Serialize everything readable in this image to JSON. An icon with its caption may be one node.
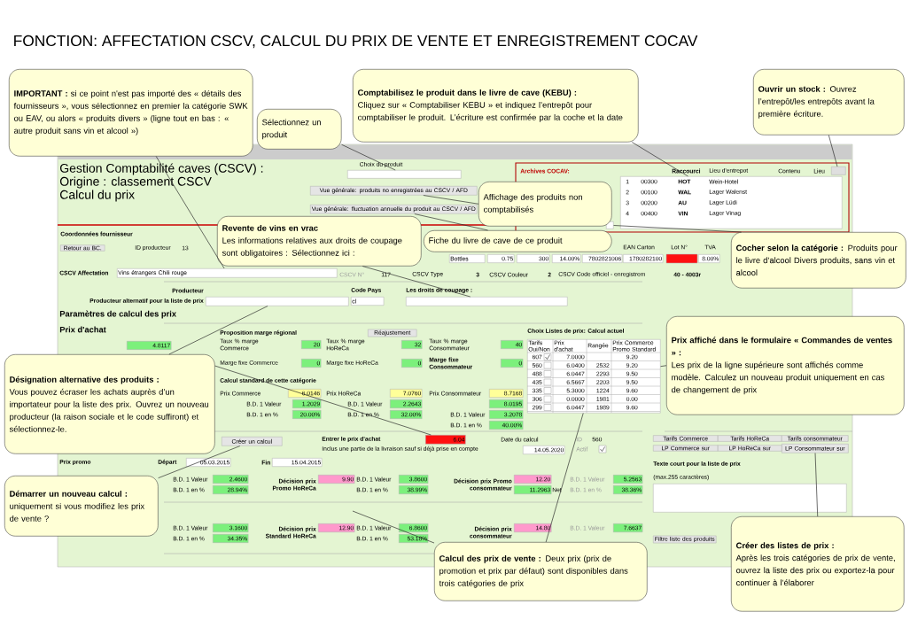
{
  "diagram": {
    "title": "FONCTION: AFFECTATION CSCV, CALCUL DU PRIX DE VENTE ET ENREGISTREMENT COCAV",
    "nodes": [
      {
        "text": [
          "**IMPORTANT :** si ce point n'est pas importé des « détails des fournisseurs », vous sélectionnez en premier la catégorie SWK ou EAV, ou alors « produits divers » (ligne tout en bas : « autre produit sans vin et alcool »)"
        ]
      },
      {
        "text": [
          "Sélectionnez un produit"
        ]
      },
      {
        "text": [
          "Comptabilisez le produit dans le livre de cave (KEBU) :",
          "Cliquez sur « Comptabiliser KEBU » et indiquez l’entrepôt pour comptabiliser le produit. L’écriture est confirmée par la coche et la date"
        ]
      },
      {
        "text": [
          "**Ouvrir un stock :** Ouvrez l’entrepôt/les entrepôts avant la première écriture."
        ]
      },
      {
        "text": [
          "Affichage des produits non comptabilisés"
        ]
      },
      {
        "text": [
          "Fiche du livre de cave de ce produit"
        ]
      },
      {
        "text": [
          "Revente de vins en vrac",
          "Les informations relatives aux droits de coupage sont obligatoires : Sélectionnez ici :"
        ]
      },
      {
        "text": [
          "**Cocher selon la catégorie :** Produits pour le livre d’alcool Divers produits, sans vin et alcool"
        ]
      },
      {
        "text": [
          "Désignation alternative des produits :",
          "Vous pouvez écraser les achats auprès d’un importateur pour la liste des prix. Ouvrez un nouveau producteur (la raison sociale et le code suffiront) et sélectionnez-le."
        ]
      },
      {
        "text": [
          "Démarrer un nouveau calcul :",
          "uniquement si vous modifiez les prix de vente ?"
        ]
      },
      {
        "text": [
          "Prix affiché dans le formulaire « Commandes de ventes » :",
          "Les prix de la ligne supérieure sont affichés comme modèle. Calculez un nouveau produit uniquement en cas de changement de prix"
        ]
      },
      {
        "text": [
          "**Calcul des prix de vente :** Deux prix (prix de promotion et prix par défaut) sont disponibles dans trois catégories de prix"
        ]
      },
      {
        "text": [
          "Créer des listes de prix :",
          "Après les trois catégories de prix de vente, ouvrez la liste des prix ou exportez-la pour continuer à l’élaborer"
        ]
      },
      {
        "text": [
          "Vins étrangers Chili rouge"
        ]
      },
      {
        "text": [],
        "shape": "box"
      },
      {
        "text": [],
        "shape": "box"
      },
      {
        "text": [],
        "shape": "box"
      },
      {
        "text": [
          "Vue générale: produits no enregistrées au CSCV / AFD"
        ]
      },
      {
        "text": [
          "Vue générale: fluctuation annuelle du produit au CSCV / AFD"
        ]
      },
      {
        "text": [],
        "shape": "box"
      },
      {
        "text": [],
        "shape": "box"
      },
      {
        "text": [],
        "shape": "box"
      },
      {
        "text": [
          "6.04"
        ]
      },
      {
        "text": [
          "Créer un calcul"
        ]
      },
      {
        "text": [],
        "shape": "box"
      },
      {
        "text": [
          "LP Consommateur sur"
        ]
      },
      {
        "text": [],
        "shape": "box"
      }
    ],
    "edges": [
      {
        "from": 0,
        "to": 13,
        "arrow": "none"
      },
      {
        "from": 1,
        "to": 14,
        "arrow": "none"
      },
      {
        "from": 2,
        "to": 15,
        "arrow": "none"
      },
      {
        "from": 3,
        "to": 16,
        "arrow": "none"
      },
      {
        "from": 4,
        "to": 17,
        "arrow": "none"
      },
      {
        "from": 5,
        "to": 18,
        "arrow": "none"
      },
      {
        "from": 6,
        "to": 19,
        "arrow": "none"
      },
      {
        "from": 7,
        "to": 20,
        "arrow": "none"
      },
      {
        "from": 8,
        "to": 21,
        "arrow": "none"
      },
      {
        "from": 8,
        "to": 22,
        "arrow": "none"
      },
      {
        "from": 9,
        "to": 23,
        "arrow": "none"
      },
      {
        "from": 10,
        "to": 24,
        "arrow": "none"
      },
      {
        "from": 11,
        "to": null,
        "arrow": "none"
      },
      {
        "from": 11,
        "to": 24,
        "arrow": "none"
      },
      {
        "from": 12,
        "to": 25,
        "arrow": "none"
      }
    ],
    "labels": [
      "Gestion Comptabilité caves (CSCV) :",
      "Origine : classement CSCV",
      "Calcul du prix",
      "Choix du produit",
      "Archives COCAV:",
      "Raccourci",
      "Lieu d'entrepot",
      "Contenu",
      "Lieu",
      "1",
      "00300",
      "HOT",
      "Wein-Hotel",
      "2",
      "00100",
      "WAL",
      "Lager Walenst",
      "3",
      "00200",
      "AU",
      "Lager Lüdi",
      "4",
      "00400",
      "VIN",
      "Lager Vinag",
      "Coordonnées fournisseur",
      "Retour au BC.",
      "ID producteur",
      "13",
      "EAN Carton",
      "Lot N°",
      "TVA",
      "Bottles",
      "0.75",
      "300",
      "14.00%",
      "7802821006",
      "1780282100",
      "8.00%",
      "CSCV Affectation",
      "CSCV N°",
      "117",
      "CSCV Type",
      "3",
      "CSCV Couleur",
      "2",
      "CSCV Code officiel - enregistrem",
      "40 - 4003r",
      "Producteur",
      "Code Pays",
      "Les droits de coupage :",
      "Producteur alternatif pour la liste de prix",
      "cl",
      "Paramètres de calcul des prix",
      "Prix d'achat",
      "4.8117",
      "Proposition marge régional",
      "Réajustement",
      "Taux % marge Commerce",
      "20",
      "Taux % marge HoReCa",
      "32",
      "Taux % marge Consommateur",
      "40",
      "Marge fixe Commerce",
      "0",
      "Marge fixe HoReCa",
      "0",
      "Marge fixe Consommateur",
      "0",
      "Calcul standard de cette catégorie",
      "Prix Commerce",
      "6.0146",
      "Prix HoReCa",
      "7.0760",
      "Prix Consommateur",
      "8.7168",
      "B.D. 1 Valeur",
      "1.2029",
      "B.D. 1 Valeur",
      "2.2643",
      "8.0195",
      "B.D. 1 en %",
      "20.00%",
      "B.D. 1 en %",
      "32.00%",
      "B.D. 1 Valeur",
      "3.2078",
      "B.D. 1 en %",
      "40.00%",
      "Choix Listes de prix: Calcul actuel",
      "Tarifs Oui/Non",
      "Prix d'achat",
      "Rangée",
      "Prix Commerce Promo Standard",
      "607",
      "7.0000",
      "9.20",
      "560",
      "6.0400",
      "2532",
      "9.20",
      "488",
      "6.0447",
      "2293",
      "9.50",
      "435",
      "6.5667",
      "2203",
      "9.50",
      "335",
      "5.3000",
      "1224",
      "9.60",
      "306",
      "0.0000",
      "1981",
      "0.00",
      "299",
      "6.0447",
      "1989",
      "9.60",
      "Entrer le prix d'achat",
      "Inclus une partie de la livraison sauf si déjà prise en compte",
      "Date du calcul",
      "14.05.2020",
      "ID",
      "560",
      "Actif",
      "Prix promo",
      "Départ",
      "05.03.2015",
      "Fin",
      "15.04.2015",
      "B.D. 1 Valeur",
      "2.4600",
      "B.D. 1 en %",
      "28.94%",
      "Décision prix Promo HoReCa",
      "9.90",
      "B.D. 1 Valeur",
      "3.8600",
      "B.D. 1 en %",
      "38.99%",
      "Décision prix Promo consommateur",
      "12.20",
      "11.2963",
      "Net",
      "B.D. 1 Valeur",
      "5.2563",
      "B.D. 1 en %",
      "38.36%",
      "B.D. 1 Valeur",
      "3.1600",
      "B.D. 1 en %",
      "34.35%",
      "Décision prix Standard HoReCa",
      "12.90",
      "B.D. 1 Valeur",
      "6.8600",
      "B.D. 1 en %",
      "53.18%",
      "Décision prix consommateur",
      "14.80",
      "B.D. 1 Valeur",
      "7.6637",
      "Tarifs Commerce",
      "Tarifs HoReCa",
      "Tarifs consommateur",
      "LP Commerce sur",
      "LP HoReCa sur",
      "Texte court pour la liste de prix",
      "(max.255 caractères)",
      "Filtre liste des produits"
    ]
  }
}
